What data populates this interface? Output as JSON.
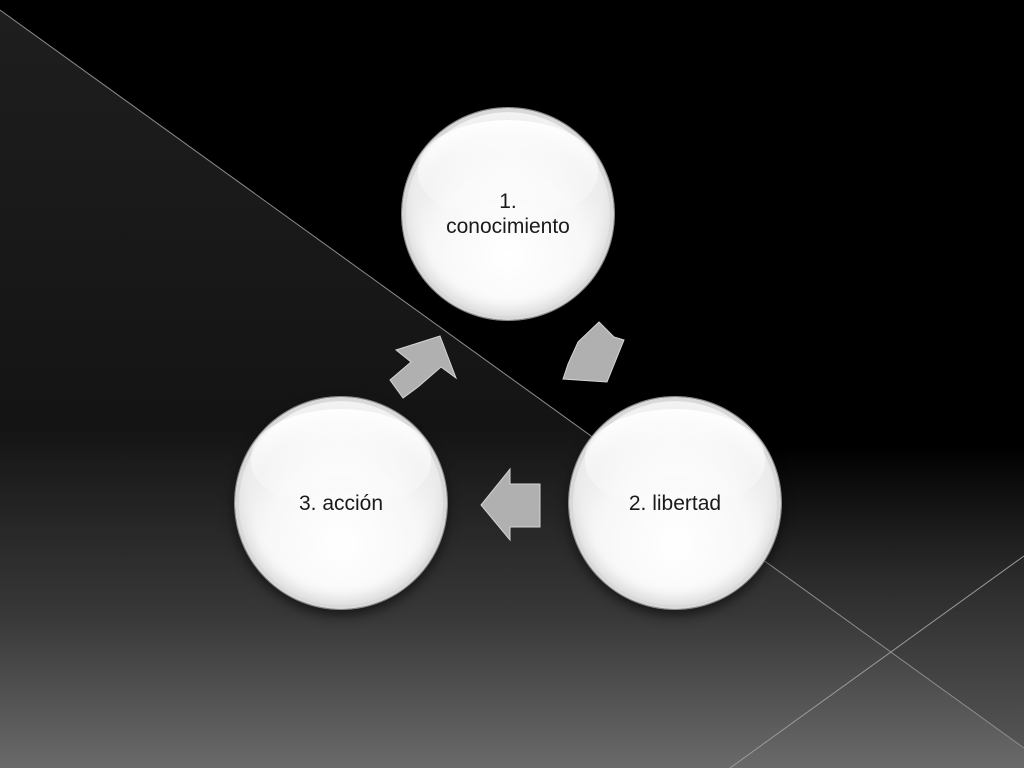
{
  "diagram": {
    "type": "cycle",
    "nodes": [
      {
        "id": "1",
        "label": "1.\nconocimiento"
      },
      {
        "id": "2",
        "label": "2. libertad"
      },
      {
        "id": "3",
        "label": "3. acción"
      }
    ],
    "edges": [
      {
        "from": "1",
        "to": "2"
      },
      {
        "from": "2",
        "to": "3"
      },
      {
        "from": "3",
        "to": "1"
      }
    ]
  },
  "colors": {
    "background_top": "#000000",
    "background_bottom": "#5a5a5a",
    "node_fill": "#f5f5f5",
    "arrow_fill": "#b0b0b0",
    "text": "#1a1a1a"
  }
}
